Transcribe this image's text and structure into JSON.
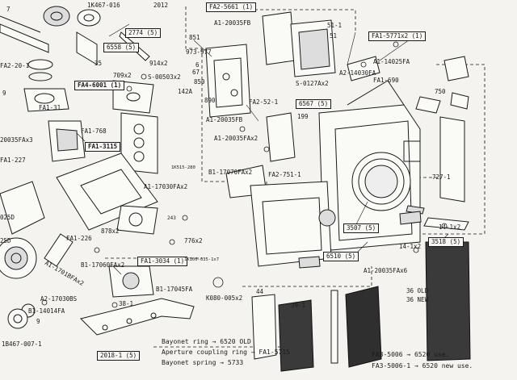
{
  "boxed_labels": {
    "fa2_5661": "FA2-5661 (1)",
    "fa1_5771": "FA1-5771x2 (1)",
    "p2774": "2774 (5)",
    "p6558": "6558 (5)",
    "fa4_6001": "FA4-6001 (1)",
    "fa1_3115": "FA1-3115",
    "p6567": "6567 (5)",
    "fa1_3034": "FA1-3034 (1)",
    "p3507": "3507 (5)",
    "p6510": "6510 (5)",
    "p3518": "3518 (5)",
    "p2018": "2018-1 (5)",
    "p1b467": "1B467-007-1"
  },
  "labels": {
    "a1k467": "1K467-016",
    "a2012": "2012",
    "a35": "35",
    "a851": "851",
    "a973": "973-977",
    "a6": "6",
    "a67": "67",
    "a850": "850",
    "a142": "142A",
    "a890": "890",
    "aa1_20035fb_top": "A1-20035FB",
    "aa1_20035fb_mid": "A1-20035FB",
    "aa1_20035fa": "A1-20035FAx2",
    "as0127": "S-0127Ax2",
    "a51_1": "51-1",
    "a51": "51",
    "aa1_14025fa": "A1-14025FA",
    "aa2_14030": "A2-14030FA",
    "afa1_690": "FA1-690",
    "afa2_52_1": "FA2-52-1",
    "a750": "750",
    "a199": "199",
    "afa1_31": "FA1-31",
    "afa2_20_1": "FA2-20-1",
    "a20035fax3": "20035FAx3",
    "afa1_227": "FA1-227",
    "afa1_768": "FA1-768",
    "a914": "914x2",
    "a709": "709x2",
    "a505": "S-00503x2",
    "b1_17070": "B1-17070FAx2",
    "afa2_751": "FA2-751-1",
    "a1k515": "1K515-280",
    "aa1_17030": "A1-17030FAx2",
    "a243": "243",
    "a727": "727-1",
    "a14_1x2": "14-1x2",
    "a14_1x2b": "14-1x2",
    "a776": "776x2",
    "a878": "878x2",
    "afa1_226": "FA1-226",
    "ab1_17060": "B1-17060FAx2",
    "aa1_1701": "A1-1701BFAx2",
    "a1k100": "1K100-035-1x7",
    "ab1_17045": "B1-17045FA",
    "aa1_20035fax6": "A1-20035FAx6",
    "a025d": "025D",
    "a25d": "25D",
    "a44": "44",
    "a39_1": "39-1",
    "a36old": "36 OLD",
    "a36new": "36 NEW",
    "ak080": "K080-005x2",
    "aa2_17030": "A2-17030BS",
    "ab1_14014": "B1-14014FA",
    "a38_1": "38-1",
    "a9": "9",
    "a9b": "9",
    "a7": "7"
  },
  "notes": [
    {
      "part": "Bayonet ring",
      "code": "6520 OLD"
    },
    {
      "part": "Aperture coupling ring",
      "code": "FA1-5715"
    },
    {
      "part": "Bayonet spring",
      "code": "5733"
    }
  ],
  "fa_notes": [
    {
      "part": "FA3-5006",
      "code": "6520 use."
    },
    {
      "part": "FA3-5006-1",
      "code": "6520 new use."
    }
  ]
}
